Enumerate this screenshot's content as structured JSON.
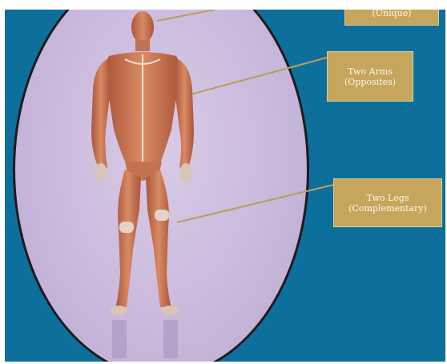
{
  "labels": [
    {
      "line1": "",
      "line2": "(Unique)"
    },
    {
      "line1": "Two Arms",
      "line2": "(Opposites)"
    },
    {
      "line1": "Two Legs",
      "line2": "(Complementary)"
    }
  ],
  "colors": {
    "background": "#0d6f9c",
    "oval": "#c9b7db",
    "label_fill": "#c6a65d",
    "connector": "#b7a05a",
    "muscle": "#c4714f"
  }
}
